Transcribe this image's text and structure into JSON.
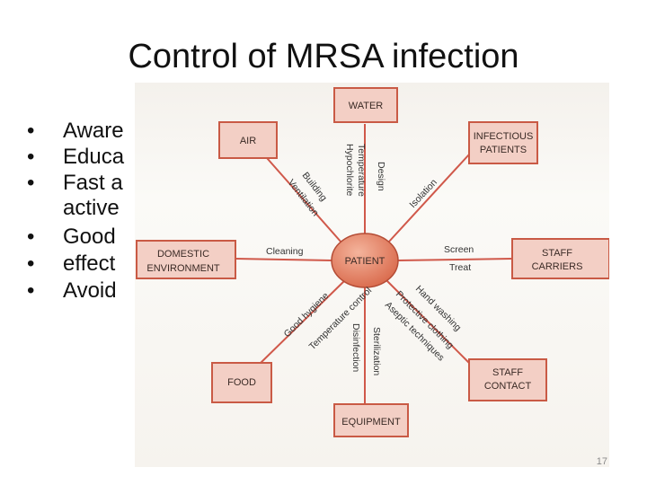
{
  "slide": {
    "title": "Control of MRSA infection",
    "page_number": "17",
    "bullets": [
      {
        "line1": "Aware",
        "line2": ""
      },
      {
        "line1": "Educa",
        "line2": ""
      },
      {
        "line1": "Fast a",
        "line2": "active"
      },
      {
        "line1": "Good",
        "line2": ""
      },
      {
        "line1": "effect",
        "line2": ""
      },
      {
        "line1": "Avoid",
        "line2": ""
      }
    ]
  },
  "diagram": {
    "center": "PATIENT",
    "nodes": {
      "water": "WATER",
      "air": "AIR",
      "infectious_patients_1": "INFECTIOUS",
      "infectious_patients_2": "PATIENTS",
      "domestic_environment_1": "DOMESTIC",
      "domestic_environment_2": "ENVIRONMENT",
      "staff_carriers_1": "STAFF",
      "staff_carriers_2": "CARRIERS",
      "food": "FOOD",
      "equipment": "EQUIPMENT",
      "staff_contact_1": "STAFF",
      "staff_contact_2": "CONTACT"
    },
    "spoke_labels": {
      "design": "Design",
      "temperature_hypochlorite_1": "Temperature",
      "temperature_hypochlorite_2": "Hypochlorite",
      "building_ventilation_1": "Building",
      "building_ventilation_2": "Ventilation",
      "isolation": "Isolation",
      "cleaning": "Cleaning",
      "screen": "Screen",
      "treat": "Treat",
      "good_hygiene": "Good hygiene",
      "temperature_control": "Temperature control",
      "disinfection": "Disinfection",
      "sterilization": "Sterilization",
      "hand_washing": "Hand washing",
      "protective_clothing": "Protective clothing",
      "aseptic_techniques": "Aseptic techniques"
    },
    "colors": {
      "node_fill": "#f3cfc5",
      "node_border": "#c95a45",
      "spoke": "#d0584a",
      "center_fill": "#e07c5e",
      "label_text": "#333333"
    }
  }
}
